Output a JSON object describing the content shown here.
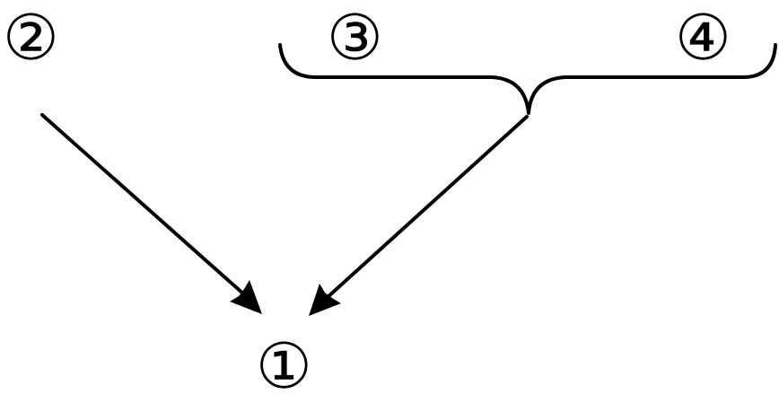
{
  "nodes": {
    "n1": "①",
    "n2": "②",
    "n3": "③",
    "n4": "④"
  },
  "colors": {
    "stroke": "#000000",
    "background": "#ffffff"
  }
}
